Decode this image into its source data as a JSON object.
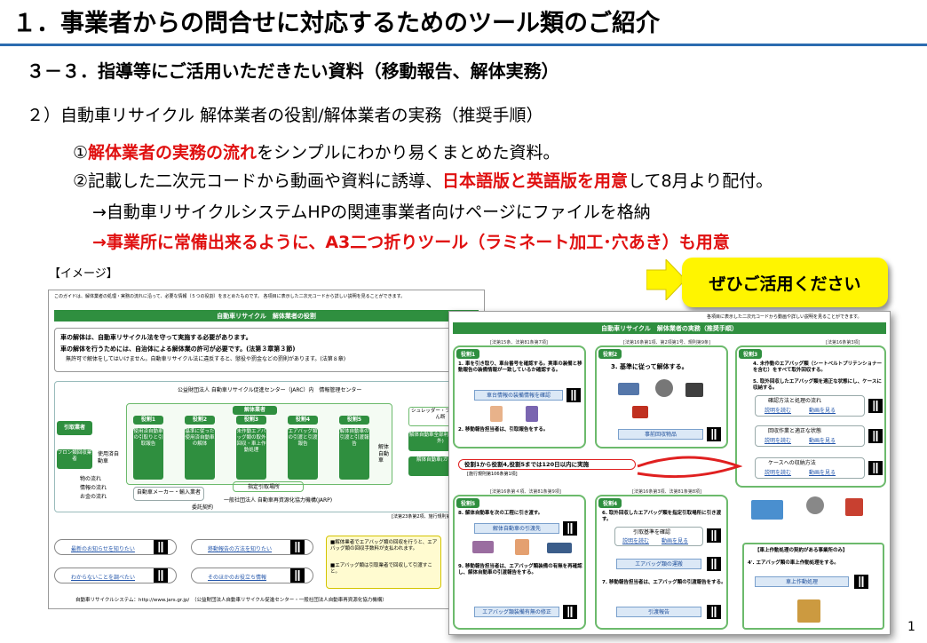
{
  "heading": {
    "title": "１．事業者からの問合せに対応するためのツール類のご紹介",
    "subtitle": "３－３．指導等にご活用いただきたい資料（移動報告、解体実務）"
  },
  "content": {
    "point2": "２）自動車リサイクル 解体業者の役割/解体業者の実務（推奨手順）",
    "line1": {
      "a": "①",
      "red": "解体業者の実務の流れ",
      "b": "をシンプルにわかり易くまとめた資料。"
    },
    "line2": {
      "a": "②記載した二次元コードから動画や資料に誘導、",
      "red": "日本語版と英語版を用意",
      "b": "して8月より配付。"
    },
    "line3": "→自動車リサイクルシステムHPの関連事業者向けページにファイルを格納",
    "line4": "→事業所に常備出来るように、A3二つ折りツール（ラミネート加工･穴あき）も用意",
    "image_label": "【イメージ】",
    "callout": "ぜひご活用ください",
    "page_number": "1"
  },
  "colors": {
    "accent_red": "#e01010",
    "callout_yellow": "#fff500",
    "brochure_green": "#2f8f3f",
    "rule_blue": "#2b6cb0"
  },
  "brochure_roles": {
    "intro": "このガイドは、解体業者の処理・実務の流れに沿って、必要な情報（５つの役割）をまとめたものです。 各項目に表示した二次元コードから詳しい説明を見ることができます。",
    "header": "自動車リサイクル　解体業者の役割",
    "bullet1": "車の解体は、自動車リサイクル法を守って実施する必要があります。",
    "bullet2": "車の解体を行うためには、自治体による解体業の許可が必要です。(法第３章第３節)",
    "bullet2b": "無許可で解体をしてはいけません。自動車リサイクル法に違反すると、懲役や罰金などの罰則があります。(法第８章)",
    "center": "公益財団法人 自動車リサイクル促進センター（JARC）内　情報管理センター",
    "dismantler": "解体業者",
    "left_actor1": "引取業者",
    "left_actor2": "フロン類回収業者",
    "used_car": "使用済自動車",
    "roles": [
      {
        "tag": "役割1",
        "text": "使用済自動車の引取りと引取報告"
      },
      {
        "tag": "役割2",
        "text": "基準に従った使用済自動車の解体"
      },
      {
        "tag": "役割3",
        "text": "未作動エアバッグ類の取外回収・車上作動処理"
      },
      {
        "tag": "役割4",
        "text": "エアバッグ類の引渡と引渡報告"
      },
      {
        "tag": "役割5",
        "text": "解体自動車の引渡と引渡報告"
      }
    ],
    "right_actor1": "シュレッダー・プレス・せん断",
    "right_actor2": "解体自動車全部利用(国内/海外)",
    "right_actor3": "解体自動車(ガラ輸出)",
    "dismantled_car": "解体自動車",
    "legend1": "物の流れ",
    "legend2": "情報の流れ",
    "legend3": "お金の流れ",
    "maker": "自動車メーカー・輸入業者",
    "designated": "指定引取場所",
    "consign": "委託契約",
    "jarp": "一般社団法人 自動車再資源化協力機構(JARP)",
    "law_ref": "[法第23条第2項、施行規則第23条]",
    "links": [
      "最新のお知らせを知りたい",
      "移動報告の方法を知りたい",
      "わからないことを調べたい",
      "そのほかのお役立ち情報"
    ],
    "note1": "■解体業者でエアバッグ類の回収を行うと、エアバッグ類の回収手数料が支払われます。",
    "note2": "■エアバッグ類は引取業者で回収して引渡すこと。",
    "footer": "自動車リサイクルシステム：http://www.jars.gr.jp/　（公益財団法人自動車リサイクル促進センター・一般社団法人自動車再資源化協力機構）"
  },
  "brochure_practice": {
    "top_note": "各項目に表示した二次元コードから動画や詳しい説明を見ることができます。",
    "header": "自動車リサイクル　解体業者の実務（推奨手順）",
    "panels": [
      {
        "tag": "役割1",
        "ref": "[法第15条、法第81条第7項]",
        "text1": "1. 車を引き取り、車台番号を確認する。実車の装備と移動報告の装備情報が一致しているか確認する。",
        "link": "車台情報の装備情報を確認",
        "text2": "2. 移動報告担当者は、引取報告をする。"
      },
      {
        "tag": "役割2",
        "ref": "[法第16条第1項、第2項第1号、規則第9条]",
        "text1": "3. 基準に従って解体する。",
        "link": "事前回収物品"
      },
      {
        "tag": "役割3",
        "ref": "[法第16条第3項]",
        "text1": "4. 未作動のエアバッグ類（シートベルトプリテンショナーを含む）をすべて取外回収する。",
        "text2": "5. 取外回収したエアバッグ類を適正な状態にし、ケースに収納する。",
        "items": [
          "確認方法と処理の流れ",
          "回収作業と適正な状態",
          "ケースへの収納方法"
        ],
        "read": "説明を読む",
        "video": "動画を見る"
      },
      {
        "tag": "役割5",
        "ref": "[法第16条第４項、法第81条第9項]",
        "text1": "8. 解体自動車を次の工程に引き渡す。",
        "link": "解体自動車の引渡先",
        "text2": "9. 移動報告担当者は、エアバッグ類装備の有無を再確認し、解体自動車の引渡報告をする。",
        "link2": "エアバッグ類装備有無の修正"
      },
      {
        "tag": "役割4",
        "ref": "[法第16条第3項、法第81条第8項]",
        "text1": "6. 取外回収したエアバッグ類を指定引取場所に引き渡す。",
        "link": "引取基準を確認",
        "link2": "エアバッグ類の運搬",
        "text2": "7. 移動報告担当者は、エアバッグ類の引渡報告をする。",
        "link3": "引渡報告"
      }
    ],
    "banner": "役割1から役割4,役割5までは120日以内に実施",
    "banner_ref": "[施行規則第106条第1項]",
    "onboard_title": "【車上作動処理の契約がある事業所のみ】",
    "onboard_text": "4'. エアバッグ類の車上作動処理をする。",
    "onboard_link": "車上作動処理"
  }
}
